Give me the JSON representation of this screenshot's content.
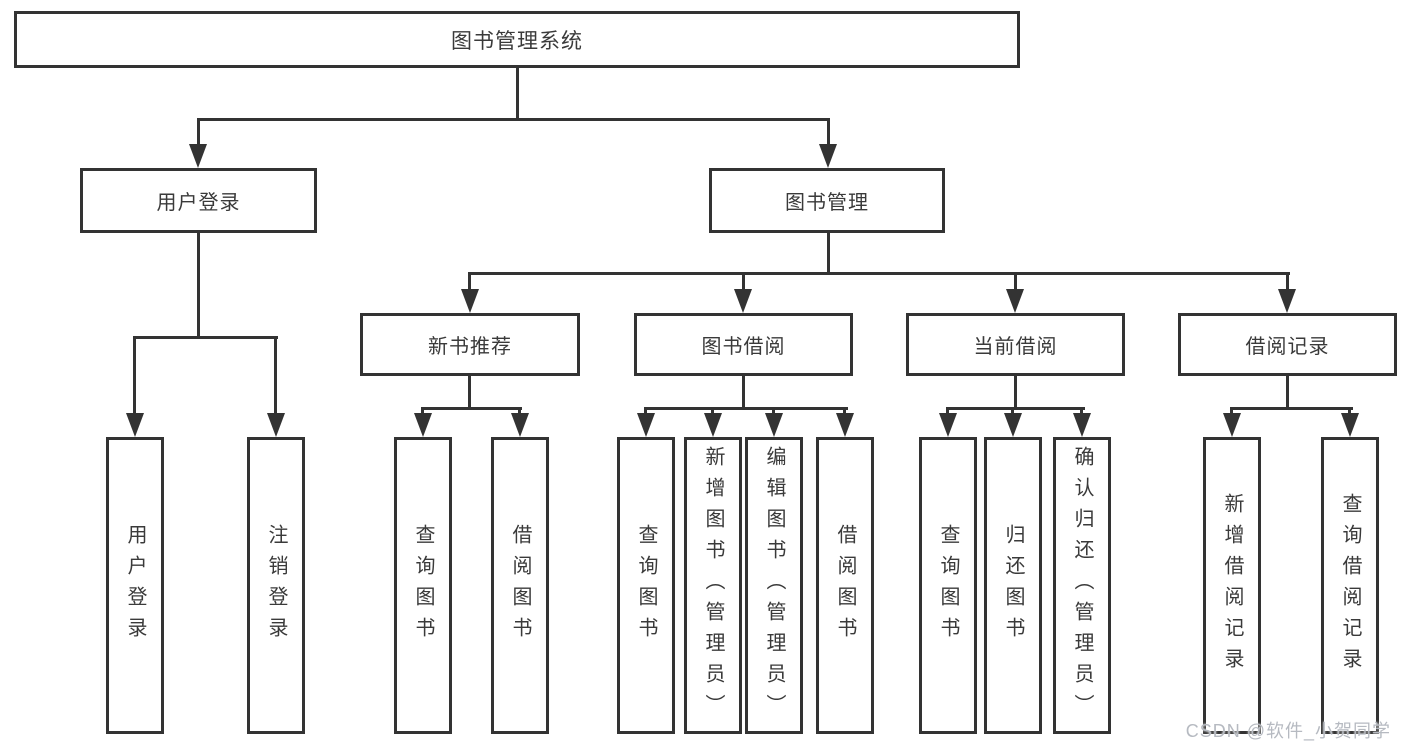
{
  "diagram": {
    "root": {
      "label": "图书管理系统"
    },
    "branches": [
      {
        "label": "用户登录",
        "children": [
          {
            "label": "用户登录"
          },
          {
            "label": "注销登录"
          }
        ]
      },
      {
        "label": "图书管理",
        "children": [
          {
            "label": "新书推荐",
            "children": [
              {
                "label": "查询图书"
              },
              {
                "label": "借阅图书"
              }
            ]
          },
          {
            "label": "图书借阅",
            "children": [
              {
                "label": "查询图书"
              },
              {
                "label": "新增图书（管理员）"
              },
              {
                "label": "编辑图书（管理员）"
              },
              {
                "label": "借阅图书"
              }
            ]
          },
          {
            "label": "当前借阅",
            "children": [
              {
                "label": "查询图书"
              },
              {
                "label": "归还图书"
              },
              {
                "label": "确认归还（管理员）"
              }
            ]
          },
          {
            "label": "借阅记录",
            "children": [
              {
                "label": "新增借阅记录"
              },
              {
                "label": "查询借阅记录"
              }
            ]
          }
        ]
      }
    ]
  },
  "watermark": {
    "text": "CSDN @软件_小贺同学"
  },
  "colors": {
    "line": "#333333",
    "box_border": "#333333",
    "box_background": "#ffffff",
    "text": "#3a3a3a",
    "watermark_text": "#b6bac1",
    "page_background": "#ffffff"
  }
}
